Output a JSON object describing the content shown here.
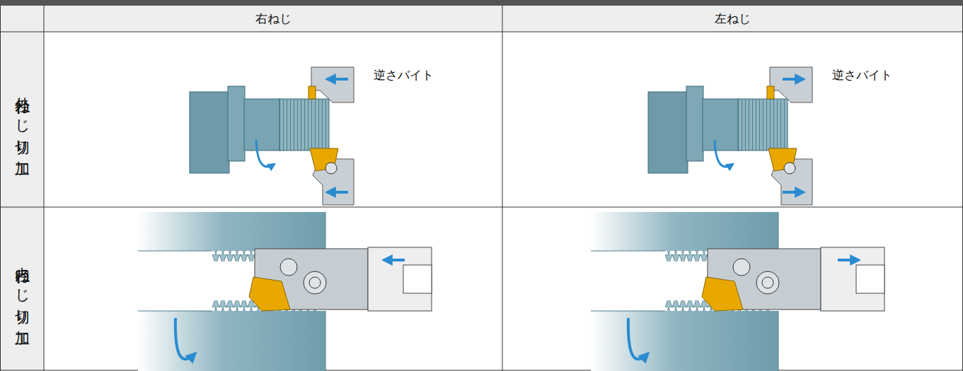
{
  "diagram": {
    "labels": [
      "右ねじ",
      "左ねじ",
      "外径ねじ切り加工",
      "逆さバイト",
      "逆さバイト",
      "内径ねじ切り加工"
    ]
  }
}
